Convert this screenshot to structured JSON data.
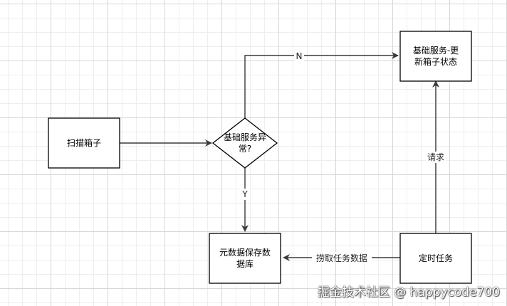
{
  "nodes": {
    "scan": {
      "lines": [
        "扫描箱子"
      ]
    },
    "decision": {
      "lines": [
        "基础服务异",
        "常?"
      ]
    },
    "update": {
      "lines": [
        "基础服务-更",
        "新箱子状态"
      ]
    },
    "save": {
      "lines": [
        "元数据保存数",
        "据库"
      ]
    },
    "timer": {
      "lines": [
        "定时任务"
      ]
    }
  },
  "edges": {
    "no_label": "N",
    "yes_label": "Y",
    "request_label": "请求",
    "fetch_label": "捞取任务数据"
  },
  "watermark": "掘金技术社区 @ happycode700",
  "colors": {
    "stroke": "#000000",
    "arrow": "#3a3a3a",
    "background": "#ffffff"
  }
}
